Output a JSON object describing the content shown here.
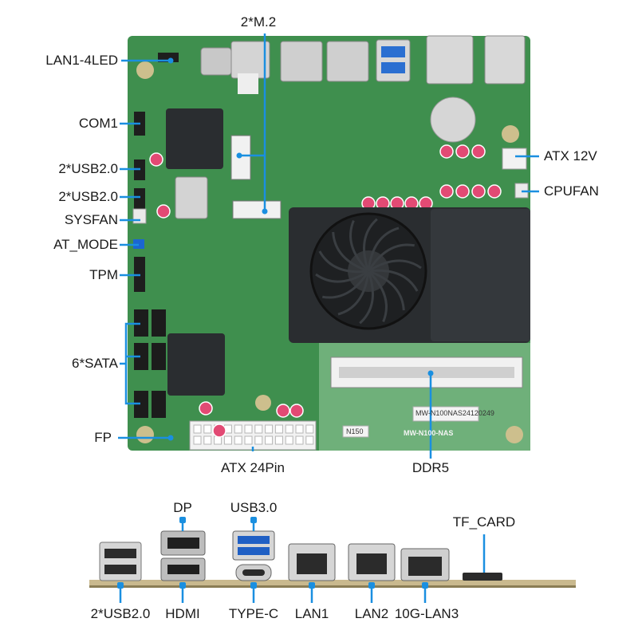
{
  "colors": {
    "pcb": "#3f8f4e",
    "pcb_dark": "#2f6f3c",
    "callout": "#1a8fe0",
    "heatsink": "#2a2d30",
    "io_bar": "#c9b98e"
  },
  "board": {
    "m2_label": "2*M.2",
    "left_labels": [
      "LAN1-4LED",
      "COM1",
      "2*USB2.0",
      "2*USB2.0",
      "SYSFAN",
      "AT_MODE",
      "TPM",
      "6*SATA",
      "FP"
    ],
    "right_labels": [
      "ATX 12V",
      "CPUFAN"
    ],
    "bottom_labels": [
      "ATX 24Pin",
      "DDR5"
    ],
    "model_sticker": "MW-N100-NAS",
    "serial_sticker": "MW-N100NAS24120249",
    "chip_tag": "N150"
  },
  "io_panel": {
    "top_labels": [
      "DP",
      "USB3.0",
      "TF_CARD"
    ],
    "bottom_labels": [
      "2*USB2.0",
      "HDMI",
      "TYPE-C",
      "LAN1",
      "LAN2",
      "10G-LAN3"
    ]
  }
}
